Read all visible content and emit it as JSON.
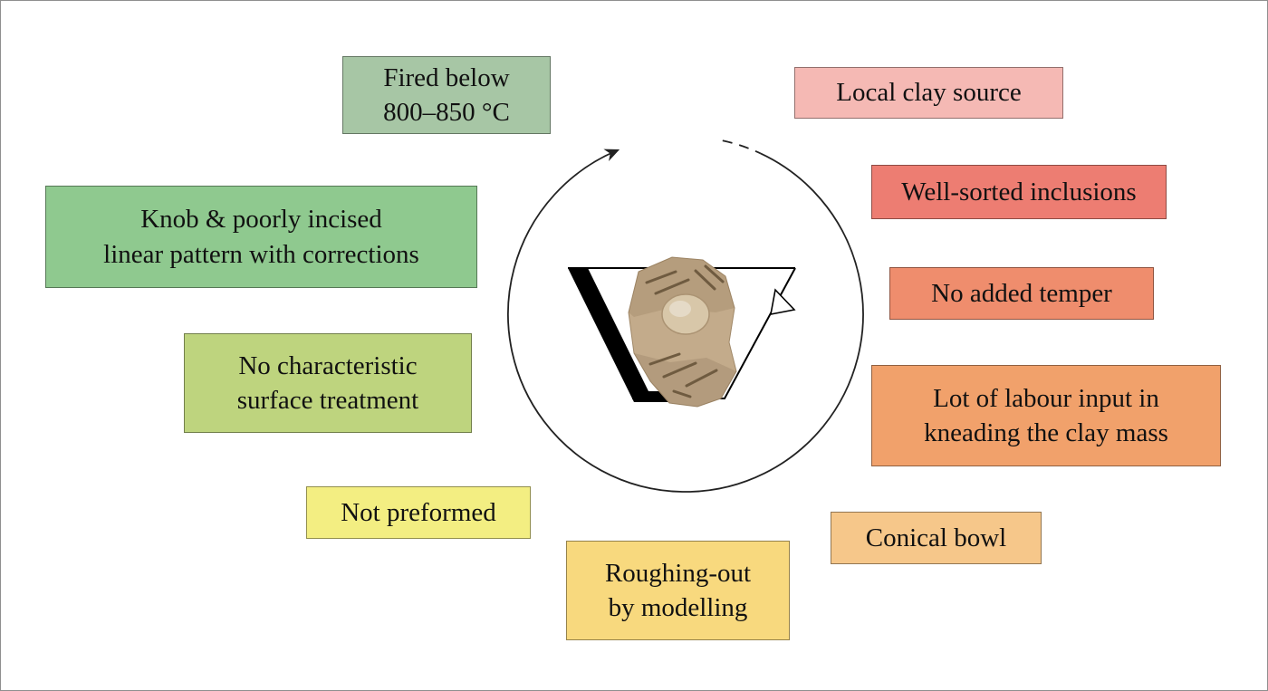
{
  "labels": {
    "fired": {
      "text": "Fired below\n800–850 °C",
      "color": "#a7c6a5"
    },
    "knob": {
      "text": "Knob & poorly incised\nlinear pattern with corrections",
      "color": "#8fc98f"
    },
    "surface": {
      "text": "No characteristic\nsurface treatment",
      "color": "#bed47e"
    },
    "not_preformed": {
      "text": "Not preformed",
      "color": "#f3ee82"
    },
    "roughing": {
      "text": "Roughing-out\nby modelling",
      "color": "#f8d97e"
    },
    "conical": {
      "text": "Conical bowl",
      "color": "#f6c78a"
    },
    "labour": {
      "text": "Lot of labour input in\nkneading the clay mass",
      "color": "#f1a16b"
    },
    "temper": {
      "text": "No added temper",
      "color": "#ef8d6d"
    },
    "inclusions": {
      "text": "Well-sorted inclusions",
      "color": "#ed7d72"
    },
    "clay": {
      "text": "Local clay source",
      "color": "#f5b9b4"
    }
  },
  "diagram": {
    "arrow_color": "#222222",
    "bowl_outline_color": "#000000",
    "sherd_body_color": "#c3ab8b",
    "sherd_knob_color": "#d8c7a9",
    "sherd_incision_color": "#6f5b40"
  }
}
